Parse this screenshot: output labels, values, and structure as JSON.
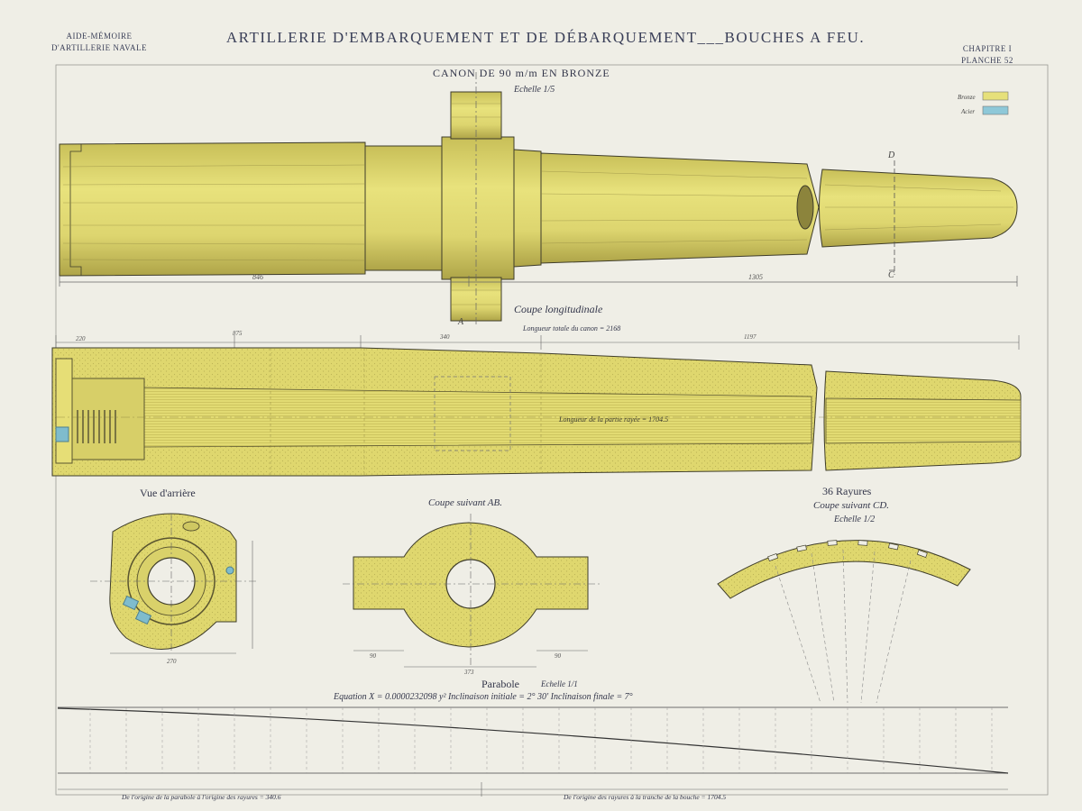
{
  "header": {
    "left_line1": "AIDE-MÉMOIRE",
    "left_line2": "D'ARTILLERIE NAVALE",
    "title": "ARTILLERIE D'EMBARQUEMENT ET DE DÉBARQUEMENT___BOUCHES A FEU.",
    "chapter": "CHAPITRE I",
    "plate": "PLANCHE 52"
  },
  "main_title": "CANON DE 90 m/m EN BRONZE",
  "main_scale": "Echelle 1/5",
  "legend": [
    {
      "label": "Bronze",
      "color": "#e6e07a"
    },
    {
      "label": "Acier",
      "color": "#8ec8d8"
    }
  ],
  "labels": {
    "coupe_longitudinale": "Coupe longitudinale",
    "longueur_totale": "Longueur totale du canon = 2168",
    "longueur_rayee": "Longueur de la partie rayée = 1704.5",
    "vue_arriere": "Vue d'arrière",
    "coupe_ab": "Coupe suivant AB.",
    "rayures": "36 Rayures",
    "coupe_cd": "Coupe suivant CD.",
    "echelle_cd": "Echelle 1/2",
    "parabole": "Parabole",
    "parabole_echelle": "Echelle 1/1",
    "equation": "Equation  X = 0.0000232098 y²  Inclinaison initiale = 2° 30'  Inclinaison finale = 7°",
    "origine_parabole": "De l'origine de la parabole à l'origine des rayures = 340.6",
    "origine_rayures": "De l'origine des rayures à la tranche de la bouche = 1704.5",
    "tick_A": "A",
    "tick_C": "C",
    "tick_D": "D"
  },
  "dimensions": {
    "d846": "846",
    "d1305": "1305",
    "d875": "875",
    "d340": "340",
    "d1197": "1197",
    "d220": "220",
    "d90a": "90",
    "d90b": "90",
    "d373": "373"
  },
  "colors": {
    "bronze": "#e2db73",
    "bronze_dark": "#bdb352",
    "bronze_hatch": "#9d9440",
    "steel": "#7fbccd",
    "line": "#4a4a4a",
    "paper": "#efeee6"
  }
}
